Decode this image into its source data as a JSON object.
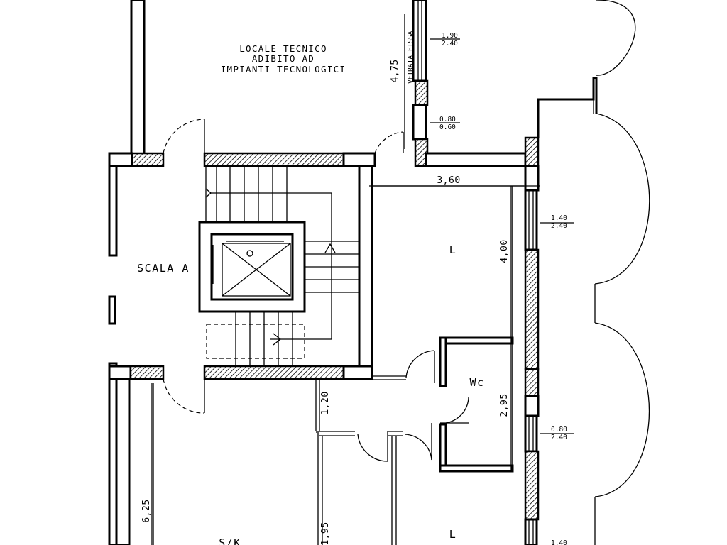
{
  "note": {
    "line1": "LOCALE TECNICO",
    "line2": "ADIBITO AD",
    "line3": "IMPIANTI TECNOLOGICI"
  },
  "rooms": {
    "stair": "SCALA A",
    "living_top": "L",
    "wc": "Wc",
    "living_bottom": "L",
    "sk": "S/K"
  },
  "dimensions": {
    "d_475": "4,75",
    "d_360": "3,60",
    "d_400": "4,00",
    "d_295": "2,95",
    "d_120": "1,20",
    "d_625": "6,25",
    "d_95": "1,95"
  },
  "vetrata": "VETRATA FISSA",
  "openings": {
    "o1_top": "1.90",
    "o1_bot": "2.40",
    "o2_top": "0.80",
    "o2_bot": "0.60",
    "o3_top": "1.40",
    "o3_bot": "2.40",
    "o4_top": "0.80",
    "o4_bot": "2.40",
    "o5_top": "1.40"
  }
}
